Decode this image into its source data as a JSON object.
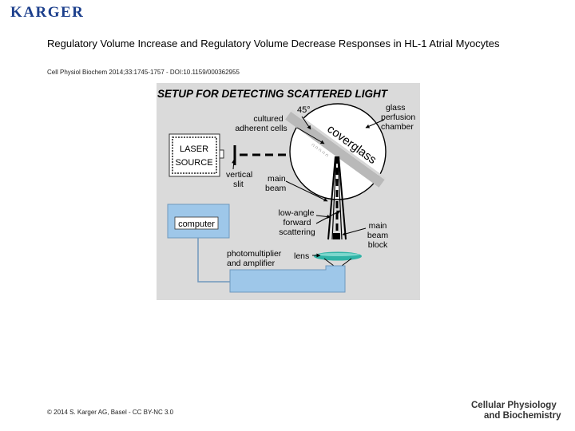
{
  "header": {
    "logo_text": "KARGER"
  },
  "slide": {
    "title": "Regulatory Volume Increase and Regulatory Volume Decrease Responses in HL-1 Atrial Myocytes",
    "citation": "Cell Physiol Biochem 2014;33:1745-1757 - DOI:10.1159/000362955"
  },
  "diagram": {
    "heading": "SETUP FOR DETECTING SCATTERED LIGHT",
    "laser_line1": "LASER",
    "laser_line2": "SOURCE",
    "angle": "45°",
    "cells_line1": "cultured",
    "cells_line2": "adherent cells",
    "chamber_line1": "glass",
    "chamber_line2": "perfusion",
    "chamber_line3": "chamber",
    "coverglass": "coverglass",
    "slit_line1": "vertical",
    "slit_line2": "slit",
    "beam_line1": "main",
    "beam_line2": "beam",
    "scatter_line1": "low-angle",
    "scatter_line2": "forward",
    "scatter_line3": "scattering",
    "block_line1": "main",
    "block_line2": "beam",
    "block_line3": "block",
    "computer": "computer",
    "pmt_line1": "photomultiplier",
    "pmt_line2": "and amplifier",
    "lens": "lens",
    "colors": {
      "panel_bg": "#dadada",
      "blue_fill": "#9ec7e9",
      "lens_teal": "#2fb3a6"
    }
  },
  "footer": {
    "copyright": "© 2014 S. Karger AG, Basel - CC BY-NC 3.0",
    "journal_line1": "Cellular Physiology",
    "journal_line2": "and Biochemistry"
  }
}
